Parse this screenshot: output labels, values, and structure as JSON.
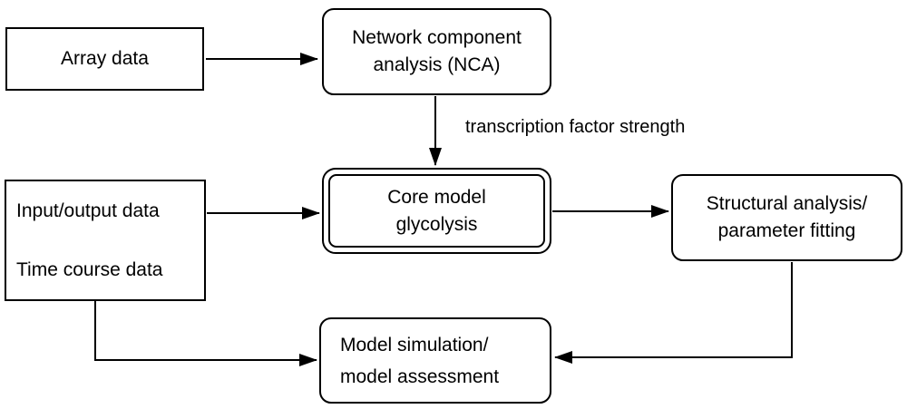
{
  "diagram": {
    "background_color": "#ffffff",
    "stroke_color": "#000000",
    "nodes": {
      "array_data": {
        "label": "Array data"
      },
      "nca": {
        "line1": "Network component",
        "line2": "analysis (NCA)"
      },
      "io_data": {
        "line1": "Input/output data",
        "line2": "Time course data"
      },
      "core_model": {
        "line1": "Core model",
        "line2": "glycolysis"
      },
      "structural": {
        "line1": "Structural analysis/",
        "line2": "parameter fitting"
      },
      "simulation": {
        "line1": "Model simulation/",
        "line2": "model assessment"
      }
    },
    "edge_labels": {
      "nca_to_core": "transcription factor strength"
    }
  }
}
